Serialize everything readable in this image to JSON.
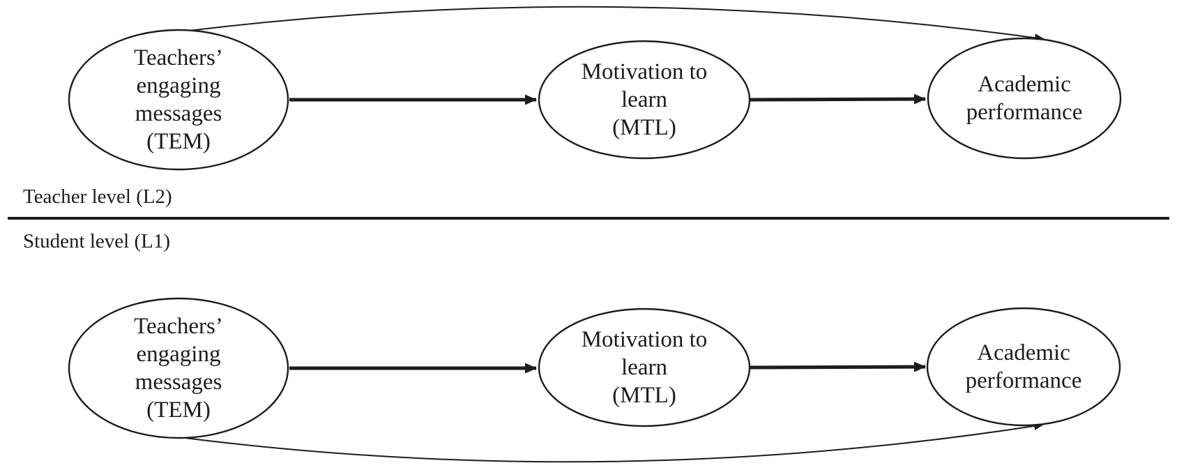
{
  "colors": {
    "ink": "#1c1c1c",
    "background": "#ffffff"
  },
  "levels": [
    {
      "id": "teacher-level",
      "label": "Teacher level (L2)",
      "nodes": {
        "tem": {
          "lines": [
            "Teachers’",
            "engaging",
            "messages",
            "(TEM)"
          ]
        },
        "mtl": {
          "lines": [
            "Motivation to",
            "learn",
            "(MTL)"
          ]
        },
        "ap": {
          "lines": [
            "Academic",
            "performance"
          ]
        }
      },
      "edges": [
        {
          "from": "Teachers’ engaging messages (TEM)",
          "to": "Motivation to learn (MTL)",
          "style": "bold-straight-arrow"
        },
        {
          "from": "Motivation to learn (MTL)",
          "to": "Academic performance",
          "style": "bold-straight-arrow"
        },
        {
          "from": "Teachers’ engaging messages (TEM)",
          "to": "Academic performance",
          "style": "thin-curved-arrow-over-top"
        }
      ]
    },
    {
      "id": "student-level",
      "label": "Student level (L1)",
      "nodes": {
        "tem": {
          "lines": [
            "Teachers’",
            "engaging",
            "messages",
            "(TEM)"
          ]
        },
        "mtl": {
          "lines": [
            "Motivation to",
            "learn",
            "(MTL)"
          ]
        },
        "ap": {
          "lines": [
            "Academic",
            "performance"
          ]
        }
      },
      "edges": [
        {
          "from": "Teachers’ engaging messages (TEM)",
          "to": "Motivation to learn (MTL)",
          "style": "bold-straight-arrow"
        },
        {
          "from": "Motivation to learn (MTL)",
          "to": "Academic performance",
          "style": "bold-straight-arrow"
        },
        {
          "from": "Teachers’ engaging messages (TEM)",
          "to": "Academic performance",
          "style": "thin-curved-arrow-under-bottom"
        }
      ]
    }
  ]
}
